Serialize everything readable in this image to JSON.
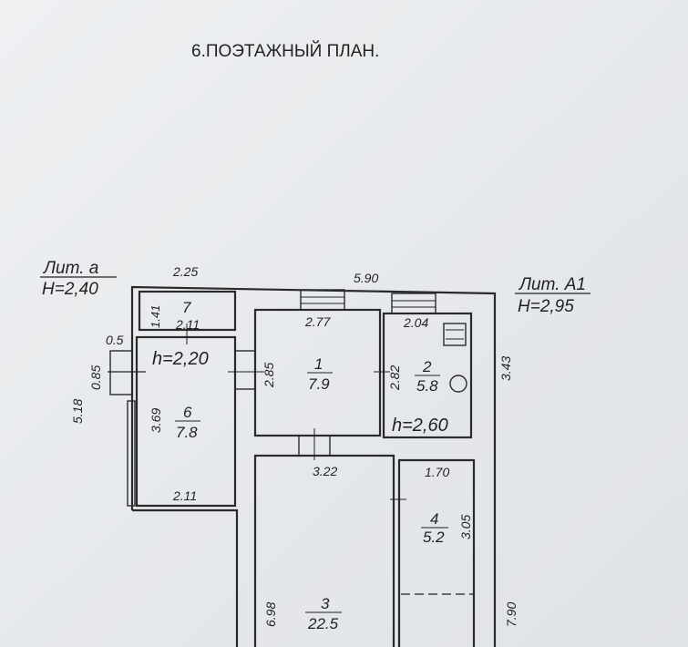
{
  "title": "6.ПОЭТАЖНЫЙ ПЛАН.",
  "literas": [
    {
      "name": "Лит. а",
      "height": "H=2,40"
    },
    {
      "name": "Лит. А1",
      "height": "H=2,95"
    }
  ],
  "dimensions": {
    "top_left": "2.25",
    "top_overall": "5.90",
    "left_overall": "5.18",
    "porch_width": "0.5",
    "porch_depth": "0.85",
    "right_upper": "3.43",
    "right_lower": "7.90",
    "left_lower": "6.98"
  },
  "rooms": [
    {
      "number": "1",
      "area": "7.9",
      "width": "2.77",
      "depth": "2.85"
    },
    {
      "number": "2",
      "area": "5.8",
      "width": "2.04",
      "depth": "2.82",
      "ceiling": "h=2,60"
    },
    {
      "number": "3",
      "area": "22.5",
      "width": "3.22"
    },
    {
      "number": "4",
      "area": "5.2",
      "width": "1.70",
      "depth": "3.05"
    },
    {
      "number": "6",
      "area": "7.8",
      "width": "2.11",
      "width_bottom": "2.11",
      "depth": "3.69",
      "ceiling": "h=2,20"
    },
    {
      "number": "7",
      "width": "2.11",
      "depth": "1.41"
    }
  ]
}
